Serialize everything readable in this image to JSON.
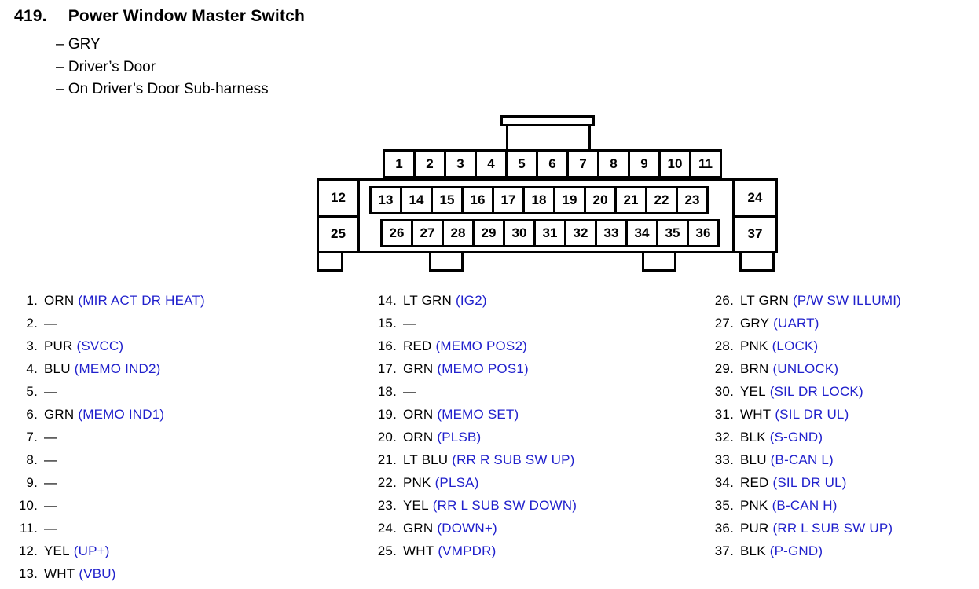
{
  "header": {
    "number": "419.",
    "title": "Power Window Master Switch",
    "bullets": [
      "– GRY",
      "– Driver’s Door",
      "– On Driver’s Door Sub-harness"
    ]
  },
  "connector": {
    "row1": [
      "1",
      "2",
      "3",
      "4",
      "5",
      "6",
      "7",
      "8",
      "9",
      "10",
      "11"
    ],
    "mid_left": "12",
    "row2": [
      "13",
      "14",
      "15",
      "16",
      "17",
      "18",
      "19",
      "20",
      "21",
      "22",
      "23"
    ],
    "mid_right": "24",
    "bottom_left": "25",
    "row3": [
      "26",
      "27",
      "28",
      "29",
      "30",
      "31",
      "32",
      "33",
      "34",
      "35",
      "36"
    ],
    "bottom_right": "37"
  },
  "legend": {
    "col1": [
      {
        "n": "1.",
        "wire": "ORN",
        "signal": "(MIR ACT DR HEAT)"
      },
      {
        "n": "2.",
        "wire": "—",
        "signal": ""
      },
      {
        "n": "3.",
        "wire": "PUR",
        "signal": "(SVCC)"
      },
      {
        "n": "4.",
        "wire": "BLU",
        "signal": "(MEMO IND2)"
      },
      {
        "n": "5.",
        "wire": "—",
        "signal": ""
      },
      {
        "n": "6.",
        "wire": "GRN",
        "signal": "(MEMO IND1)"
      },
      {
        "n": "7.",
        "wire": "—",
        "signal": ""
      },
      {
        "n": "8.",
        "wire": "—",
        "signal": ""
      },
      {
        "n": "9.",
        "wire": "—",
        "signal": ""
      },
      {
        "n": "10.",
        "wire": "—",
        "signal": ""
      },
      {
        "n": "11.",
        "wire": "—",
        "signal": ""
      },
      {
        "n": "12.",
        "wire": "YEL",
        "signal": "(UP+)"
      },
      {
        "n": "13.",
        "wire": "WHT",
        "signal": "(VBU)"
      }
    ],
    "col2": [
      {
        "n": "14.",
        "wire": "LT GRN",
        "signal": "(IG2)"
      },
      {
        "n": "15.",
        "wire": "—",
        "signal": ""
      },
      {
        "n": "16.",
        "wire": "RED",
        "signal": "(MEMO POS2)"
      },
      {
        "n": "17.",
        "wire": "GRN",
        "signal": "(MEMO POS1)"
      },
      {
        "n": "18.",
        "wire": "—",
        "signal": ""
      },
      {
        "n": "19.",
        "wire": "ORN",
        "signal": "(MEMO SET)"
      },
      {
        "n": "20.",
        "wire": "ORN",
        "signal": "(PLSB)"
      },
      {
        "n": "21.",
        "wire": "LT BLU",
        "signal": "(RR R SUB SW UP)"
      },
      {
        "n": "22.",
        "wire": "PNK",
        "signal": "(PLSA)"
      },
      {
        "n": "23.",
        "wire": "YEL",
        "signal": "(RR L SUB SW DOWN)"
      },
      {
        "n": "24.",
        "wire": "GRN",
        "signal": "(DOWN+)"
      },
      {
        "n": "25.",
        "wire": "WHT",
        "signal": "(VMPDR)"
      }
    ],
    "col3": [
      {
        "n": "26.",
        "wire": "LT GRN",
        "signal": "(P/W SW ILLUMI)"
      },
      {
        "n": "27.",
        "wire": "GRY",
        "signal": "(UART)"
      },
      {
        "n": "28.",
        "wire": "PNK",
        "signal": "(LOCK)"
      },
      {
        "n": "29.",
        "wire": "BRN",
        "signal": "(UNLOCK)"
      },
      {
        "n": "30.",
        "wire": "YEL",
        "signal": "(SIL DR LOCK)"
      },
      {
        "n": "31.",
        "wire": "WHT",
        "signal": "(SIL DR UL)"
      },
      {
        "n": "32.",
        "wire": "BLK",
        "signal": "(S-GND)"
      },
      {
        "n": "33.",
        "wire": "BLU",
        "signal": "(B-CAN L)"
      },
      {
        "n": "34.",
        "wire": "RED",
        "signal": "(SIL DR UL)"
      },
      {
        "n": "35.",
        "wire": "PNK",
        "signal": "(B-CAN H)"
      },
      {
        "n": "36.",
        "wire": "PUR",
        "signal": "(RR L SUB SW UP)"
      },
      {
        "n": "37.",
        "wire": "BLK",
        "signal": "(P-GND)"
      }
    ]
  },
  "colors": {
    "signal_blue": "#2020CC",
    "line_black": "#000000"
  }
}
